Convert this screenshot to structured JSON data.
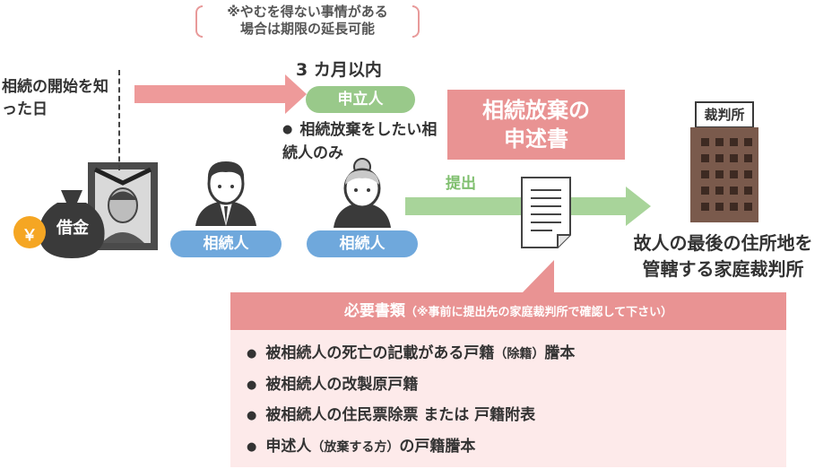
{
  "note": {
    "line1": "※やむを得ない事情がある",
    "line2": "場合は期限の延長可能"
  },
  "deadline": "3 カ月以内",
  "start_label": "相続の開始を知った日",
  "debt_label": "借金",
  "yen_symbol": "￥",
  "applicant_label": "申立人",
  "applicant_desc": "相続放棄をしたい相続人のみ",
  "heir_labels": [
    "相続人",
    "相続人"
  ],
  "document_title": {
    "line1": "相続放棄の",
    "line2": "申述書"
  },
  "submit_label": "提出",
  "court": {
    "sign": "裁判所",
    "label_line1": "故人の最後の住所地を",
    "label_line2": "管轄する家庭裁判所"
  },
  "requirements": {
    "title": "必要書類",
    "subtitle": "（※事前に提出先の家庭裁判所で確認して下さい）",
    "items": [
      {
        "main": "被相続人の死亡の記載がある戸籍",
        "small": "（除籍）",
        "tail": "謄本"
      },
      {
        "main": "被相続人の改製原戸籍",
        "small": "",
        "tail": ""
      },
      {
        "main": "被相続人の住民票除票 または 戸籍附表",
        "small": "",
        "tail": ""
      },
      {
        "main": "申述人",
        "small": "（放棄する方）",
        "tail": "の戸籍謄本"
      }
    ]
  },
  "colors": {
    "pink": "#e99393",
    "arrow_pink": "#ee9a9a",
    "green": "#99c98a",
    "arrow_green": "#a8d49a",
    "blue": "#6fa8dc",
    "court_brown": "#7a5a4c",
    "dark": "#3a3a3a"
  }
}
